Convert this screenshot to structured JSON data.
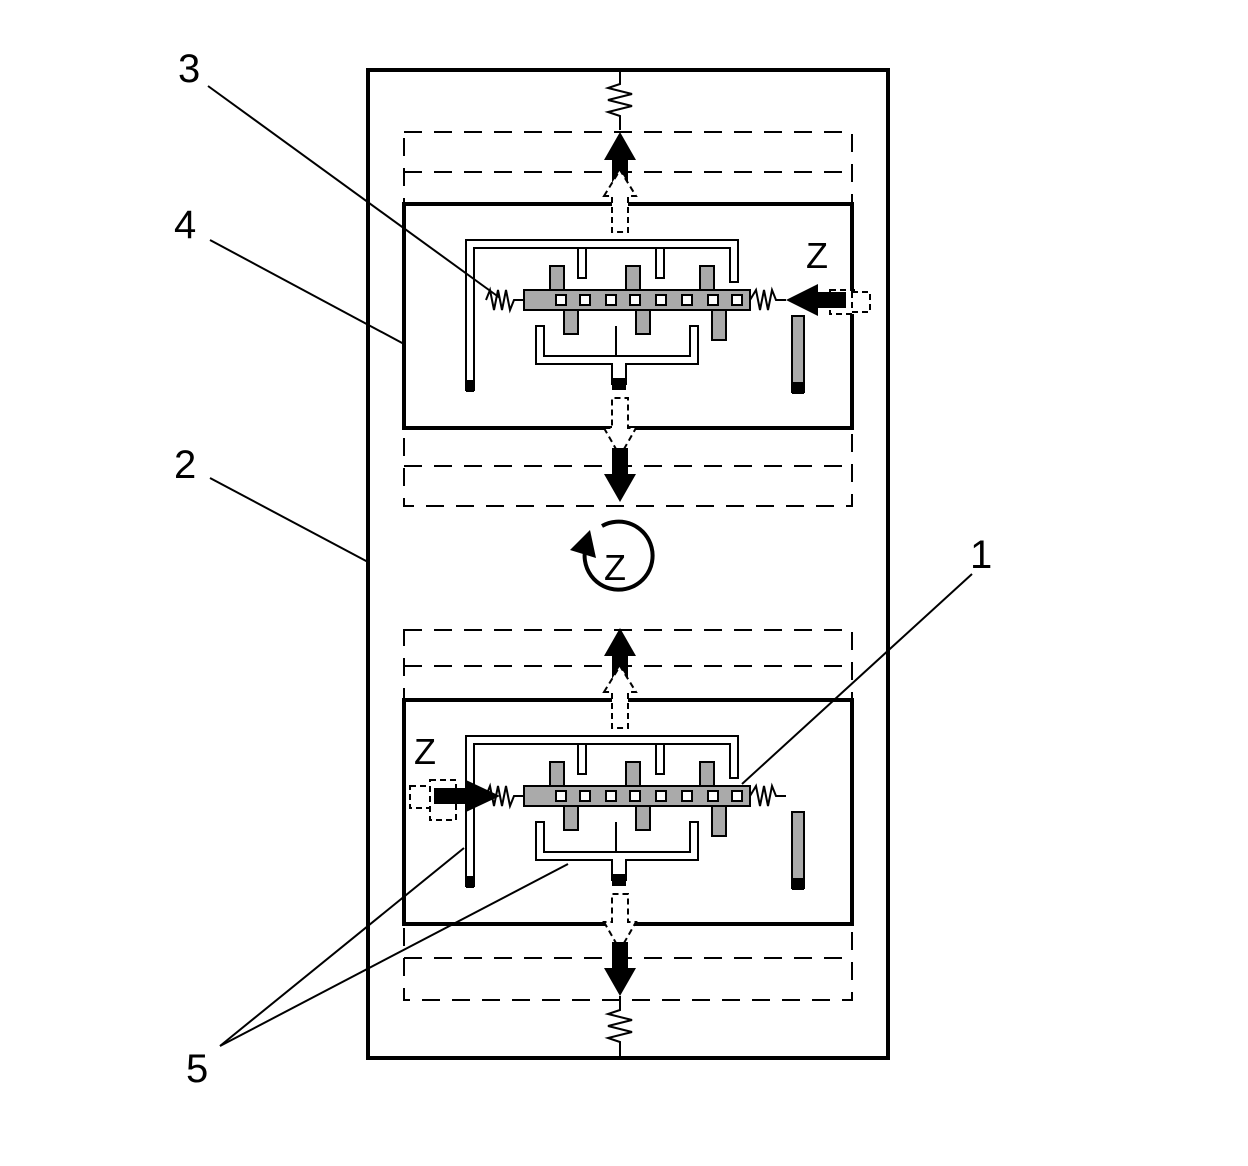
{
  "figure": {
    "labels": {
      "one": "1",
      "two": "2",
      "three": "3",
      "four": "4",
      "five": "5"
    },
    "axis_letter": "Z",
    "colors": {
      "ink": "#000000",
      "paper": "#ffffff",
      "hatch": "#666666"
    }
  }
}
